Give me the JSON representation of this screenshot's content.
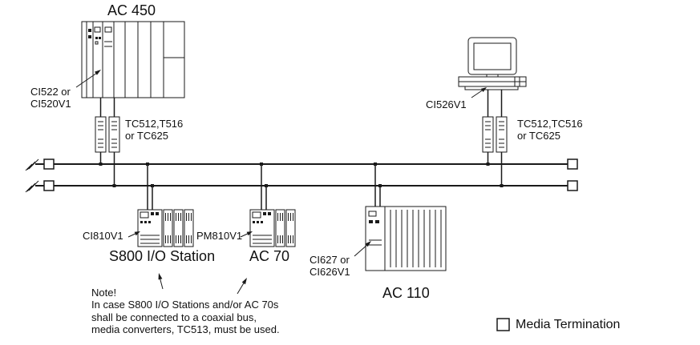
{
  "titles": {
    "ac450": "AC 450",
    "s800": "S800 I/O Station",
    "ac70": "AC 70",
    "ac110": "AC 110"
  },
  "labels": {
    "ci522": "CI522 or\nCI520V1",
    "tc_left": "TC512,T516\nor TC625",
    "ci526": "CI526V1",
    "tc_right": "TC512,TC516\nor TC625",
    "ci810": "CI810V1",
    "pm810": "PM810V1",
    "ci627": "CI627 or\nCI626V1"
  },
  "note": {
    "text": "Note!\nIn case S800 I/O Stations and/or AC 70s\nshall be connected to a coaxial bus,\nmedia converters, TC513, must be used."
  },
  "legend": {
    "media_termination": "Media Termination"
  },
  "colors": {
    "line": "#1a1a1a",
    "background": "#ffffff"
  }
}
